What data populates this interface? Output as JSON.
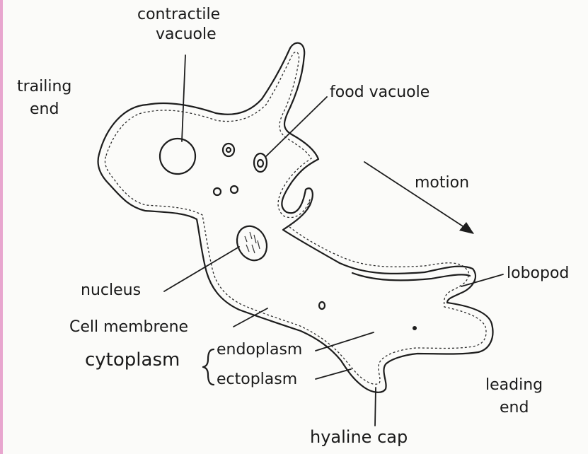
{
  "labels": {
    "contractile_vacuole_line1": "contractile",
    "contractile_vacuole_line2": "vacuole",
    "trailing_end_line1": "trailing",
    "trailing_end_line2": "end",
    "food_vacuole": "food vacuole",
    "motion": "motion",
    "lobopod": "lobopod",
    "nucleus": "nucleus",
    "cell_membrane": "Cell membrene",
    "cytoplasm": "cytoplasm",
    "endoplasm": "endoplasm",
    "ectoplasm": "ectoplasm",
    "leading_end_line1": "leading",
    "leading_end_line2": "end",
    "hyaline_cap": "hyaline cap"
  },
  "colors": {
    "ink": "#1d1d1d",
    "paper": "#fbfbf9",
    "margin_line": "#e8a6cf"
  }
}
